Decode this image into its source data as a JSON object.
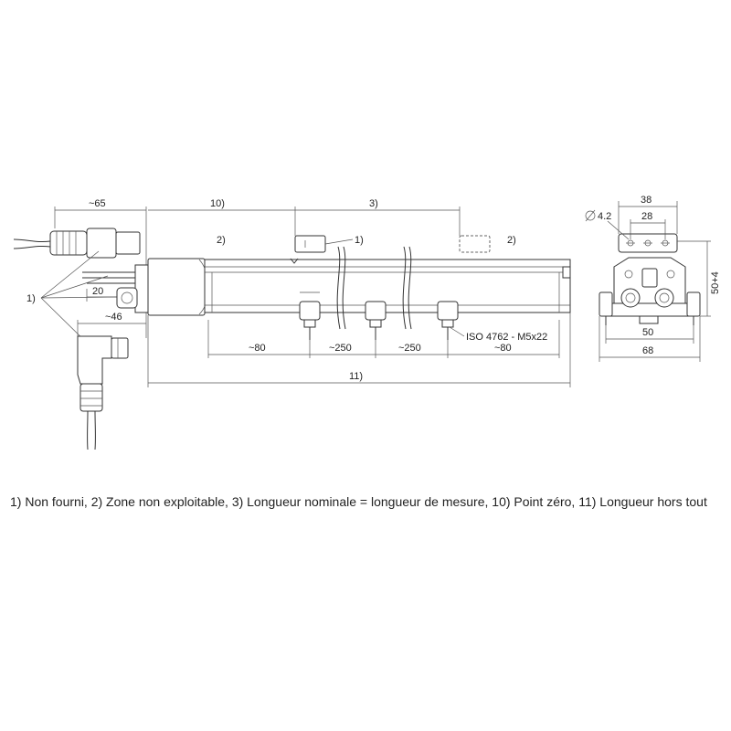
{
  "dimensions": {
    "cable_connector_length": "~65",
    "zero_point_ref": "10)",
    "nominal_length_ref": "3)",
    "dead_zone_ref": "2)",
    "not_supplied_ref": "1)",
    "connector_offset": "20",
    "angled_connector_length": "~46",
    "end_spacing": "~80",
    "support_spacing": "~250",
    "overall_length_ref": "11)",
    "screw_spec": "ISO 4762 - M5x22",
    "hole_diameter": "4.2",
    "bracket_width_outer": "38",
    "bracket_hole_spacing": "28",
    "height": "50+4",
    "base_hole_spacing": "50",
    "base_width": "68"
  },
  "caption": "1) Non fourni, 2) Zone non exploitable, 3) Longueur nominale = longueur de mesure, 10) Point zéro, 11) Longueur hors tout"
}
